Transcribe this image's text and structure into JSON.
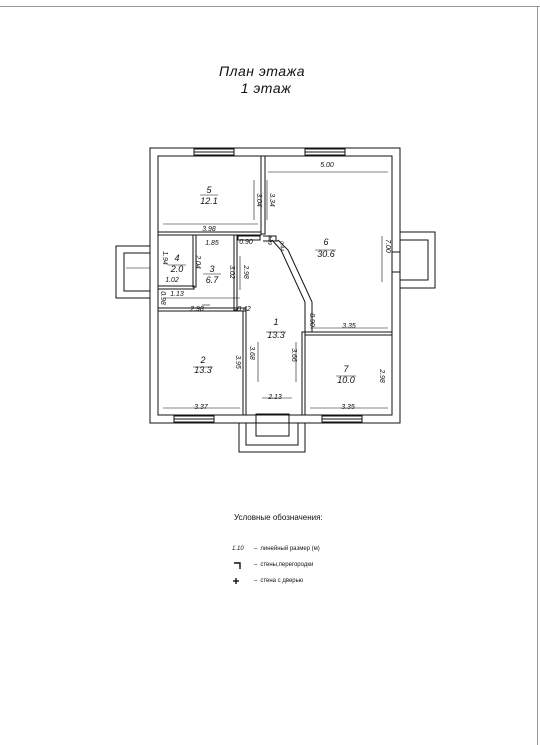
{
  "title": {
    "line1": "План этажа",
    "line2": "1 этаж"
  },
  "rooms": [
    {
      "id": "r5",
      "number": "5",
      "area": "12.1"
    },
    {
      "id": "r6",
      "number": "6",
      "area": "30.6"
    },
    {
      "id": "r4",
      "number": "4",
      "area": "2.0"
    },
    {
      "id": "r3",
      "number": "3",
      "area": "6.7"
    },
    {
      "id": "r1",
      "number": "1",
      "area": "13.3"
    },
    {
      "id": "r2",
      "number": "2",
      "area": "13.3"
    },
    {
      "id": "r7",
      "number": "7",
      "area": "10.0"
    }
  ],
  "dimensions": {
    "d500": "5.00",
    "d304": "3.04",
    "d334": "3.34",
    "d398": "3.98",
    "d700": "7.00",
    "d090a": "0.90",
    "d009": "0.09",
    "d044": "0.44",
    "d185": "1.85",
    "d204": "2.04",
    "d302": "3.02",
    "d298a": "2.98",
    "d194": "1.94",
    "d102": "1.02",
    "d113": "1.13",
    "d098": "0.98",
    "d298b": "2.98",
    "d042": "0.42",
    "d090b": "0.90",
    "d335a": "3.35",
    "d395": "3.95",
    "d368": "3.68",
    "d366": "3.66",
    "d298c": "2.98",
    "d337": "3.37",
    "d213": "2.13",
    "d335b": "3.35"
  },
  "legend": {
    "title": "Условные обозначения:",
    "items": [
      {
        "symbol": "1.10",
        "text": "линейный размер (м)"
      },
      {
        "symbol": "",
        "text": "стены,перегородки"
      },
      {
        "symbol": "",
        "text": "стена с дверью"
      }
    ]
  }
}
